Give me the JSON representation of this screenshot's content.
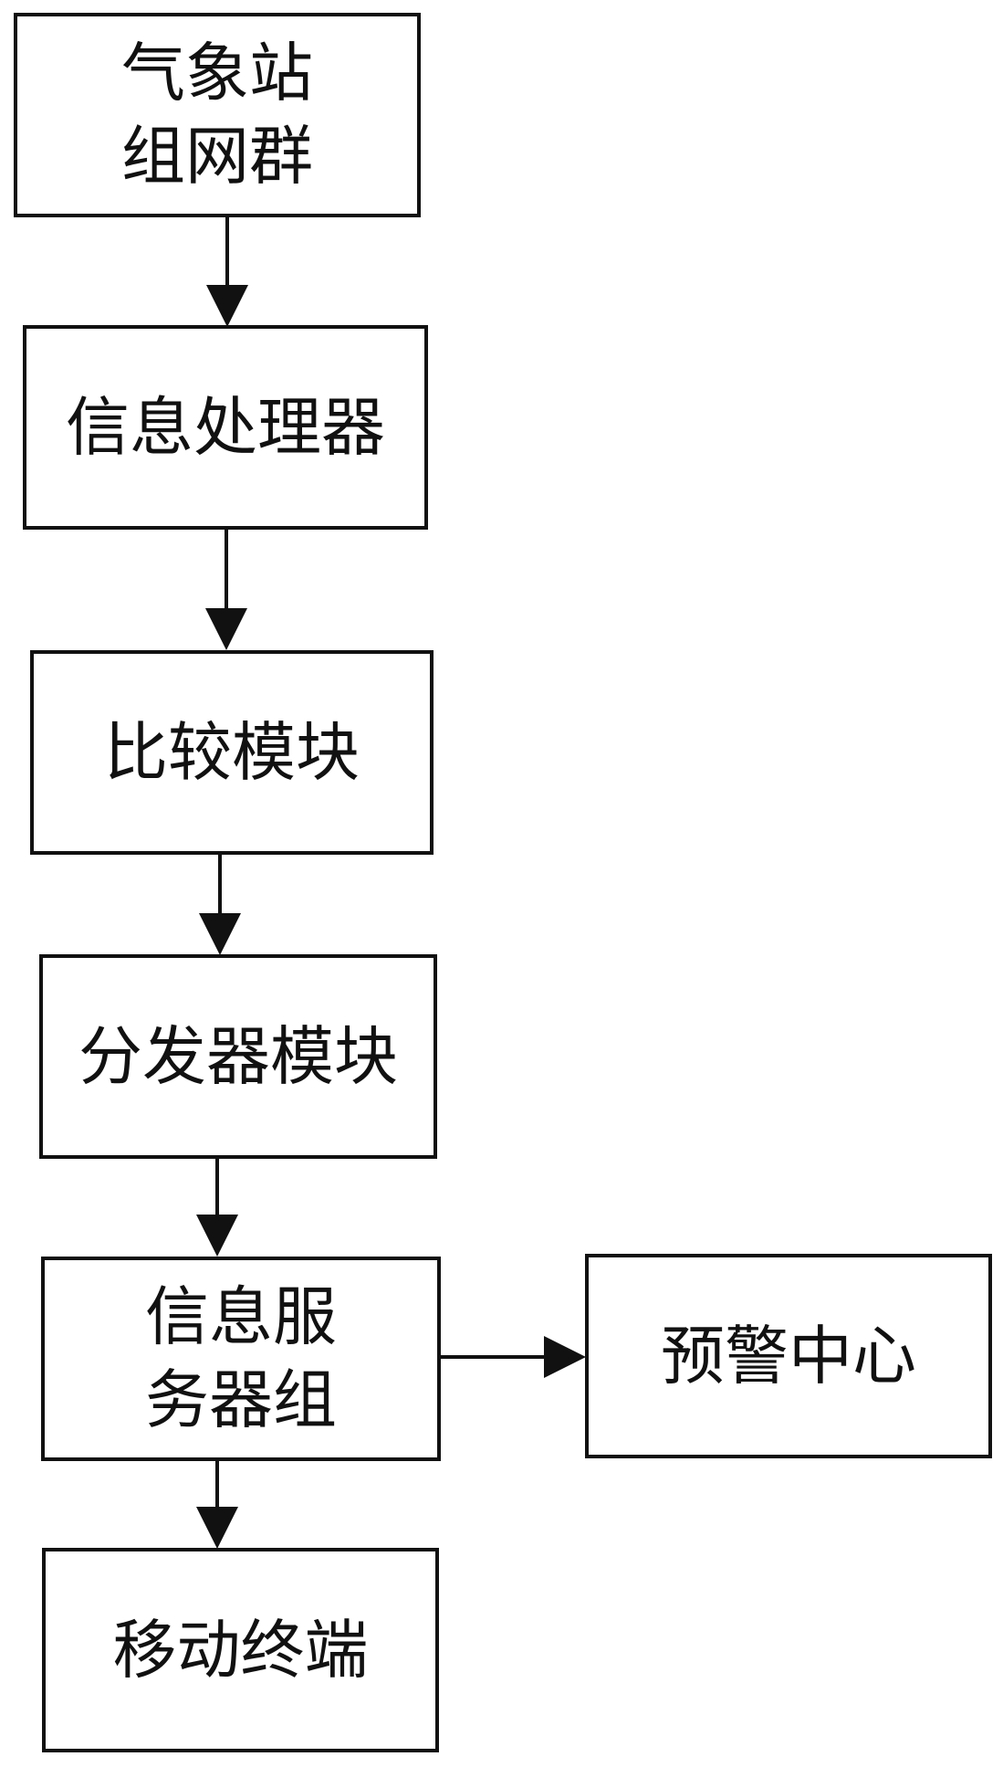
{
  "diagram": {
    "nodes": {
      "weather_station_network": "气象站\n组网群",
      "info_processor": "信息处理器",
      "compare_module": "比较模块",
      "dispatcher_module": "分发器模块",
      "info_server_group": "信息服\n务器组",
      "warning_center": "预警中心",
      "mobile_terminal": "移动终端"
    },
    "edges": [
      {
        "from": "weather_station_network",
        "to": "info_processor"
      },
      {
        "from": "info_processor",
        "to": "compare_module"
      },
      {
        "from": "compare_module",
        "to": "dispatcher_module"
      },
      {
        "from": "dispatcher_module",
        "to": "info_server_group"
      },
      {
        "from": "info_server_group",
        "to": "warning_center"
      },
      {
        "from": "info_server_group",
        "to": "mobile_terminal"
      }
    ]
  }
}
